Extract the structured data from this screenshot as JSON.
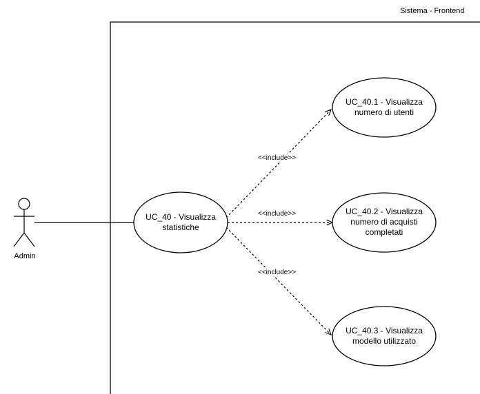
{
  "system": {
    "title": "Sistema - Frontend"
  },
  "actor": {
    "name": "Admin"
  },
  "use_cases": {
    "main": {
      "line1": "UC_40 - Visualizza",
      "line2": "statistiche"
    },
    "uc1": {
      "line1": "UC_40.1 - Visualizza",
      "line2": "numero di utenti"
    },
    "uc2": {
      "line1": "UC_40.2 - Visualizza",
      "line2": "numero di acquisti",
      "line3": "completati"
    },
    "uc3": {
      "line1": "UC_40.3 - Visualizza",
      "line2": "modello utilizzato"
    }
  },
  "relations": {
    "include1": "<<include>>",
    "include2": "<<include>>",
    "include3": "<<include>>"
  },
  "colors": {
    "stroke": "#000000",
    "background": "#ffffff"
  }
}
